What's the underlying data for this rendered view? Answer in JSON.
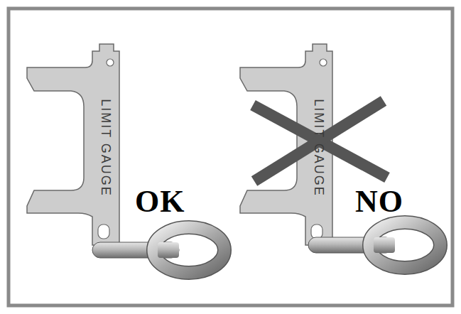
{
  "diagram": {
    "nodes": [
      {
        "text": [
          "LIMIT GAUGE"
        ]
      },
      {
        "text": [
          "LIMIT GAUGE"
        ]
      }
    ],
    "labels": [
      "OK",
      "NO"
    ]
  }
}
